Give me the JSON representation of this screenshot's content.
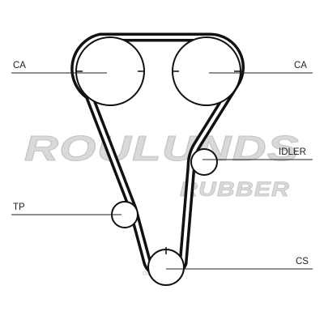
{
  "watermark": {
    "brand": "ROULUNDS",
    "sub": "RUBBER",
    "site": "oeprt.ru"
  },
  "labels": {
    "ca_left": "CA",
    "ca_right": "CA",
    "idler": "IDLER",
    "tp": "TP",
    "cs": "CS"
  },
  "colors": {
    "belt": "#111111",
    "line": "#222222",
    "watermark": "#d9d9d9"
  }
}
